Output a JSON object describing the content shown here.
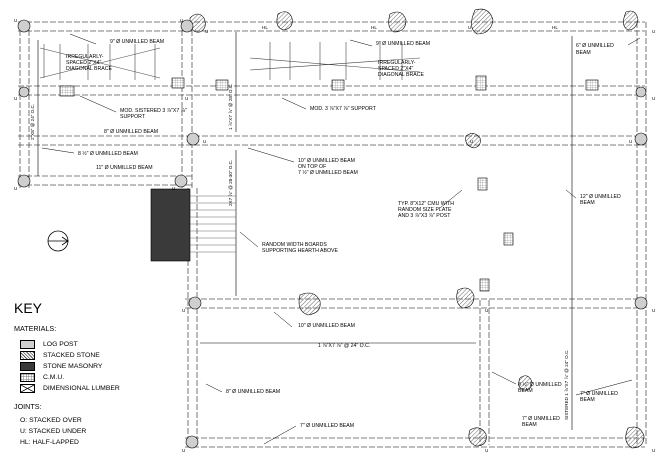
{
  "labels": {
    "beam_9_top": "9\" Ø UNMILLED BEAM",
    "beam_9_top2": "9\" Ø UNMILLED BEAM",
    "beam_6_right": "6\" Ø UNMILLED",
    "beam_6_right2": "BEAM",
    "brace_left_1": "IRREGULARLY-",
    "brace_left_2": "SPACED 2\"X4\"",
    "brace_left_3": "DIAGONAL BRACE",
    "brace_right_1": "IRREGULARLY-",
    "brace_right_2": "SPACED 2\"X4\"",
    "brace_right_3": "DIAGONAL BRACE",
    "sistered_1": "MOD. SISTERED 3 ⅞\"X7 ⅞\"",
    "sistered_2": "SUPPORT",
    "mod_support": "MOD. 3 ⅞\"X7 ⅞\" SUPPORT",
    "beam_8_left": "8\" Ø UNMILLED BEAM",
    "beam_8half_left": "8 ½\" Ø UNMILLED BEAM",
    "beam_11_left": "11\" Ø UNMILLED BEAM",
    "beam_10_ontop_1": "10\" Ø UNMILLED BEAM",
    "beam_10_ontop_2": "ON TOP OF",
    "beam_10_ontop_3": "7 ½\" Ø UNMILLED BEAM",
    "cmu_1": "TYP. 8\"X12\" CMU WITH",
    "cmu_2": "RANDOM SIZE PLATE",
    "cmu_3": "AND 3 ⅞\"X3 ⅞\" POST",
    "beam_12_right_1": "12\" Ø UNMILLED",
    "beam_12_right_2": "BEAM",
    "boards_1": "RANDOM WIDTH BOARDS",
    "boards_2": "SUPPORTING HEARTH ABOVE",
    "beam_10_mid": "10\" Ø UNMILLED BEAM",
    "joist_spacing": "1 ⅞\"X7 ⅞\" @ 24\" O.C.",
    "beam_8_lower": "8\" Ø UNMILLED BEAM",
    "beam_8half_lower_1": "8 ½\" Ø UNMILLED",
    "beam_8half_lower_2": "BEAM",
    "beam_7_right_1": "7\" Ø UNMILLED",
    "beam_7_right_2": "BEAM",
    "beam_7_bottom_1": "7\" Ø UNMILLED BEAM",
    "beam_7_bottom_2": "7\" Ø UNMILLED",
    "beam_7_bottom_3": "BEAM",
    "dim_left_vert": "2\"X8\" @ 24\" O.C.",
    "dim_mid_vert": "1 ⅞\"X7 ⅞\" @ 28\" O.C.",
    "dim_lower_vert": "2X7 ⅞\" @ 28-30\" O.C.",
    "dim_right_vert": "SISTERED 1 ⅞\"X7 ⅞\" @ 24\" O.C."
  },
  "joints": [
    "U",
    "U",
    "HL",
    "HL",
    "U",
    "HL",
    "U",
    "U",
    "U",
    "U",
    "U",
    "U",
    "U",
    "U",
    "U",
    "U",
    "U",
    "U",
    "U",
    "U",
    "U",
    "U"
  ],
  "key": {
    "title": "KEY",
    "materials_heading": "MATERIALS:",
    "materials": [
      "LOG POST",
      "STACKED STONE",
      "STONE MASONRY",
      "C.M.U.",
      "DIMENSIONAL LUMBER"
    ],
    "joints_heading": "JOINTS:",
    "joints": [
      "O: STACKED OVER",
      "U: STACKED UNDER",
      "HL: HALF-LAPPED"
    ]
  },
  "colors": {
    "line": "#000000",
    "masonry": "#3a3a3a",
    "stone": "#9a9a9a",
    "log": "#cfcfcf"
  }
}
